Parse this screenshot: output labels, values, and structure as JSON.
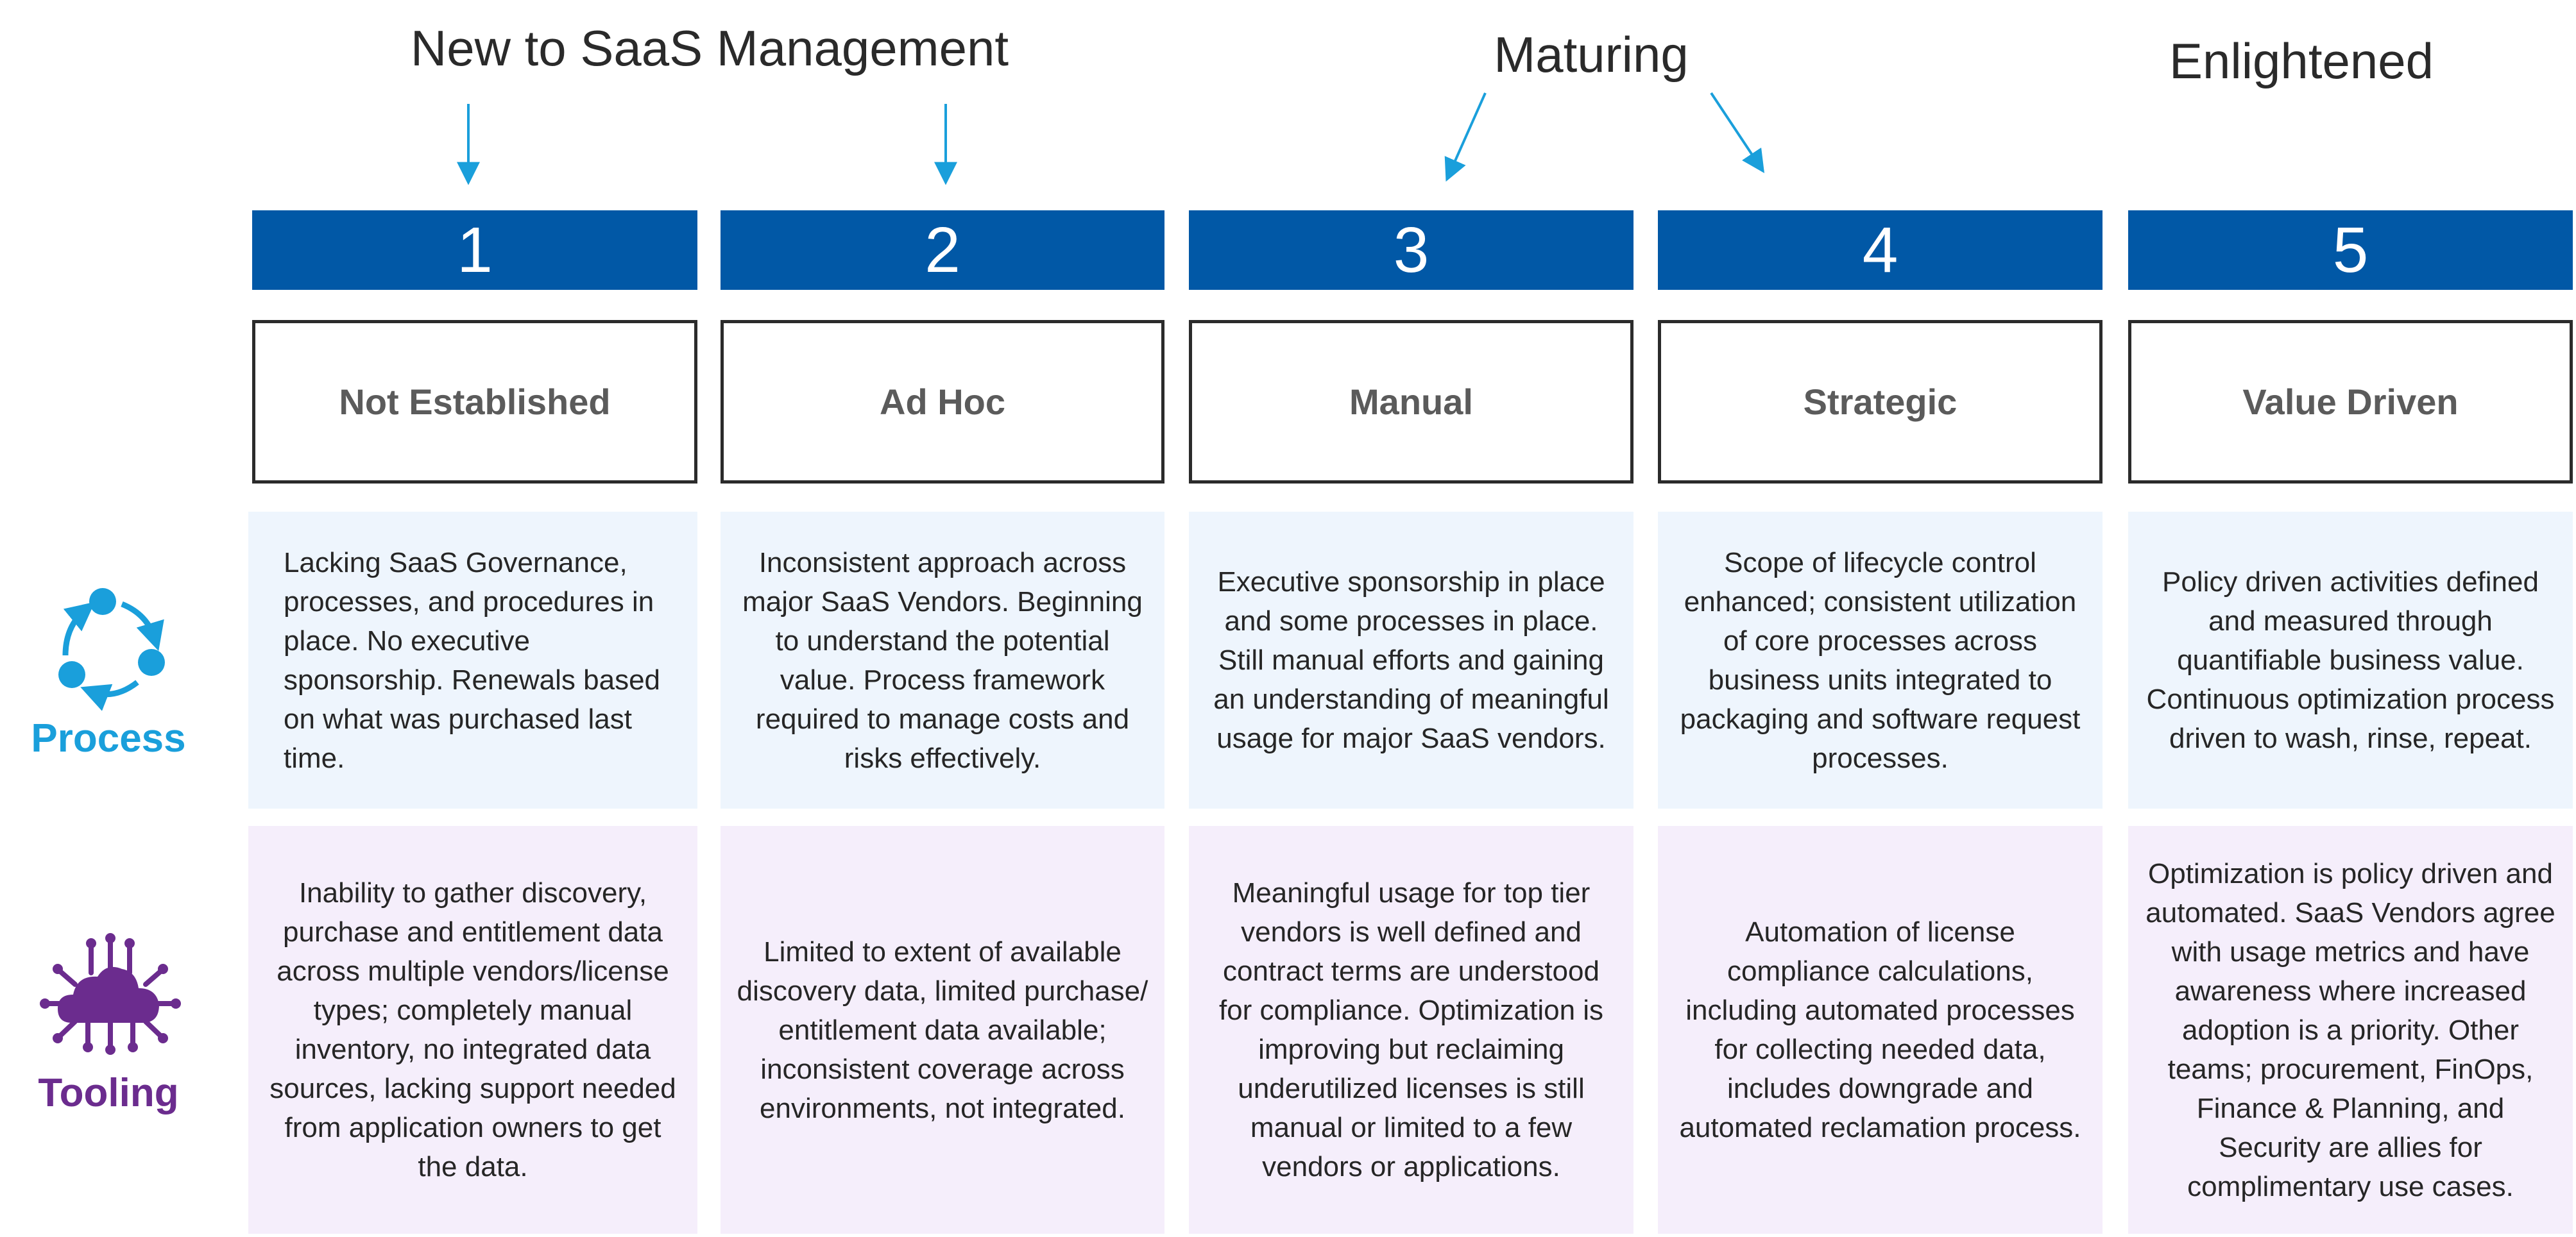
{
  "stages": {
    "new": "New to SaaS Management",
    "maturing": "Maturing",
    "enlightened": "Enlightened"
  },
  "row_labels": {
    "process": "Process",
    "tooling": "Tooling"
  },
  "icons": {
    "process": "cycle-arrows-icon",
    "tooling": "cloud-network-icon"
  },
  "colors": {
    "level_bar": "#0158a6",
    "process_accent": "#1a9fdb",
    "tooling_accent": "#6b2c8e",
    "process_bg": "#eef5fd",
    "tooling_bg": "#f5eefb"
  },
  "levels": [
    {
      "number": "1",
      "title": "Not Established",
      "process": "Lacking SaaS Governance, processes, and procedures in place. No executive sponsorship. Renewals based on what was purchased last time.",
      "tooling": "Inability to gather discovery, purchase and entitlement data across multiple vendors/license types; completely manual inventory, no integrated data sources, lacking support needed from application owners to get the data."
    },
    {
      "number": "2",
      "title": "Ad Hoc",
      "process": "Inconsistent approach across major SaaS Vendors. Beginning to understand the potential value. Process framework required to manage costs and risks effectively.",
      "tooling": "Limited to extent of available discovery data, limited purchase/ entitlement data available; inconsistent coverage across environments, not integrated."
    },
    {
      "number": "3",
      "title": "Manual",
      "process": "Executive sponsorship in place and some processes in place. Still manual efforts and gaining an understanding of meaningful usage for major SaaS vendors.",
      "tooling": "Meaningful usage for top tier vendors is well defined and contract terms are understood for compliance. Optimization is improving but reclaiming underutilized licenses is still manual or limited to a few vendors or applications."
    },
    {
      "number": "4",
      "title": "Strategic",
      "process": "Scope of lifecycle control enhanced; consistent utilization of core processes across business units integrated to packaging and software request processes.",
      "tooling": "Automation of license compliance calculations, including automated processes for collecting needed data, includes downgrade and automated reclamation process."
    },
    {
      "number": "5",
      "title": "Value Driven",
      "process": "Policy driven activities defined and measured through quantifiable business value. Continuous optimization process driven to wash, rinse, repeat.",
      "tooling": "Optimization is policy driven and automated. SaaS Vendors agree with usage metrics and have awareness where increased adoption is a priority. Other teams; procurement, FinOps, Finance & Planning, and Security are allies for complimentary use cases."
    }
  ]
}
